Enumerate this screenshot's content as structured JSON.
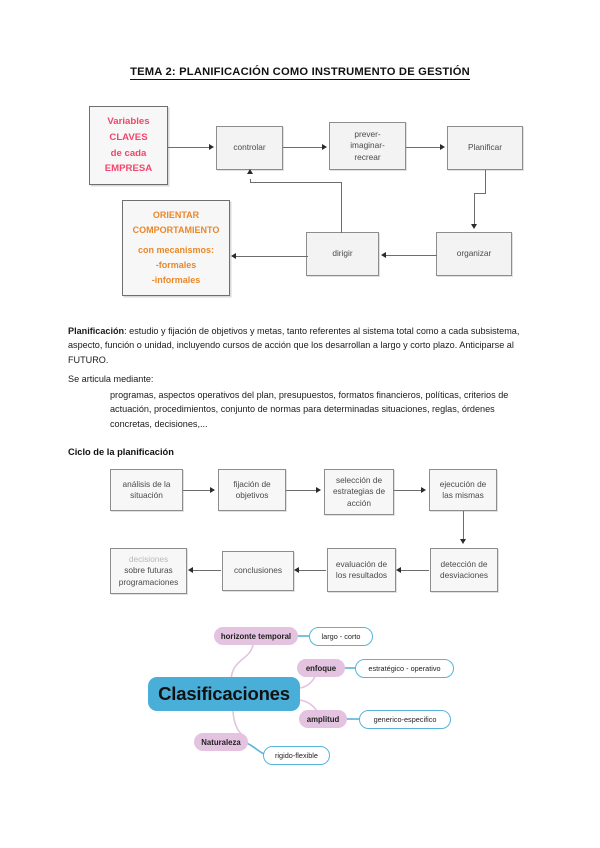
{
  "document": {
    "title": "TEMA 2: PLANIFICACIÓN COMO INSTRUMENTO DE GESTIÓN"
  },
  "diagram_management": {
    "name": "ciclo-gestion",
    "key_variables_box": {
      "lines": [
        "Variables",
        "CLAVES",
        "de cada",
        "EMPRESA"
      ],
      "text_color": "#f2456b"
    },
    "orient_box": {
      "lines": [
        "ORIENTAR",
        "COMPORTAMIENTO",
        "con mecanismos:",
        "-formales",
        "-informales"
      ],
      "text_color": "#e8882a"
    },
    "nodes": [
      {
        "id": "controlar",
        "label": "controlar"
      },
      {
        "id": "prever",
        "label": "prever-\nimaginar-\nrecrear",
        "line1": "prever-",
        "line2": "imaginar-",
        "line3": "recrear"
      },
      {
        "id": "planificar",
        "label": "Planificar"
      },
      {
        "id": "organizar",
        "label": "organizar"
      },
      {
        "id": "dirigir",
        "label": "dirigir"
      }
    ]
  },
  "body": {
    "paragraph_1_lead": "Planificación",
    "paragraph_1": ": estudio y fijación de objetivos y metas, tanto referentes al sistema total como a cada subsistema, aspecto, función o unidad, incluyendo cursos de acción que los desarrollan a largo y corto plazo. Anticiparse al FUTURO.",
    "paragraph_2": "Se articula mediante:",
    "paragraph_3": "programas, aspectos operativos del plan, presupuestos, formatos financieros, políticas, criterios de actuación, procedimientos, conjunto de normas para determinadas situaciones, reglas, órdenes concretas, decisiones,...",
    "section_heading": "Ciclo de la planificación"
  },
  "diagram_cycle": {
    "name": "ciclo-planificacion",
    "row1": [
      {
        "id": "analisis",
        "line1": "análisis de la",
        "line2": "situación"
      },
      {
        "id": "fijacion",
        "line1": "fijación de",
        "line2": "objetivos"
      },
      {
        "id": "seleccion",
        "line1": "selección de",
        "line2": "estrategias de",
        "line3": "acción"
      },
      {
        "id": "ejecucion",
        "line1": "ejecución de",
        "line2": "las mismas"
      }
    ],
    "row2": [
      {
        "id": "decisiones",
        "line1": "decisiones",
        "line2": "sobre futuras",
        "line3": "programaciones"
      },
      {
        "id": "conclusiones",
        "line1": "conclusiones"
      },
      {
        "id": "evaluacion",
        "line1": "evaluación de",
        "line2": "los resultados"
      },
      {
        "id": "deteccion",
        "line1": "detección de",
        "line2": "desviaciones"
      }
    ]
  },
  "mindmap": {
    "center": "Clasificaciones",
    "center_color": "#49afd9",
    "branch_color": "#e3c3e0",
    "leaf_border_color": "#56b4dc",
    "branches": [
      {
        "id": "horizonte",
        "label": "horizonte temporal",
        "leaf": "largo - corto"
      },
      {
        "id": "enfoque",
        "label": "enfoque",
        "leaf": "estratégico - operativo"
      },
      {
        "id": "amplitud",
        "label": "amplitud",
        "leaf": "generico-especifico"
      },
      {
        "id": "naturaleza",
        "label": "Naturaleza",
        "leaf": "rigido-flexible"
      }
    ]
  }
}
